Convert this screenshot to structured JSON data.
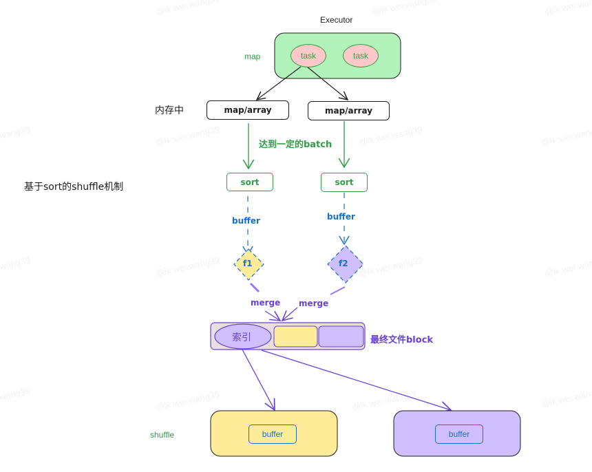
{
  "watermark": "@lk wei.wang39",
  "executor": {
    "title": "Executor",
    "stage_label": "map",
    "tasks": [
      {
        "label": "task"
      },
      {
        "label": "task"
      }
    ],
    "fill_color": "#b2f2bb",
    "task_fill_color": "#ffc9c9"
  },
  "memory": {
    "label": "内存中",
    "boxes": [
      {
        "label": "map/array"
      },
      {
        "label": "map/array"
      }
    ],
    "batch_label": "达到一定的batch"
  },
  "title": "基于sort的shuffle机制",
  "sort": {
    "boxes": [
      {
        "label": "sort"
      },
      {
        "label": "sort"
      }
    ],
    "buffer_labels": [
      "buffer",
      "buffer"
    ]
  },
  "files": [
    {
      "label": "f1",
      "color": "#ffec99"
    },
    {
      "label": "f2",
      "color": "#d0bfff"
    }
  ],
  "merge_labels": [
    "merge",
    "merge"
  ],
  "final_block": {
    "index_label": "索引",
    "label": "最终文件block",
    "segment_colors": [
      "#ffec99",
      "#d0bfff"
    ]
  },
  "shuffle": {
    "label": "shuffle",
    "targets": [
      {
        "buffer_label": "buffer",
        "color": "#ffec99"
      },
      {
        "buffer_label": "buffer",
        "color": "#d0bfff"
      }
    ]
  }
}
